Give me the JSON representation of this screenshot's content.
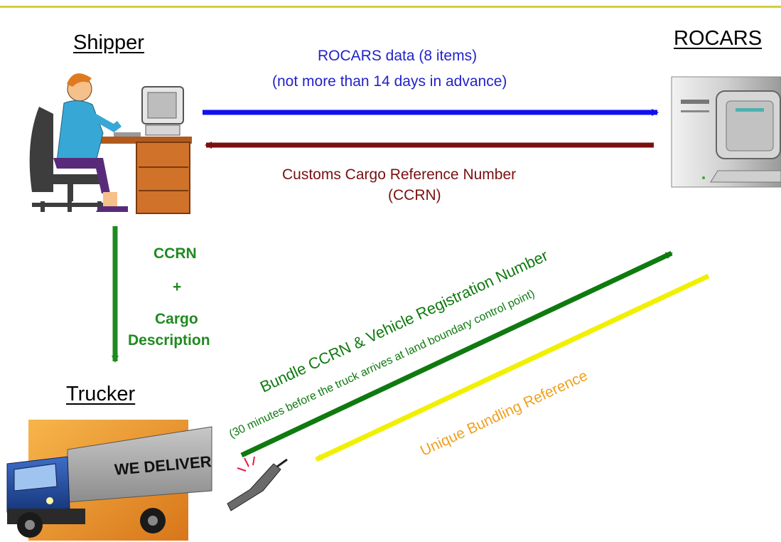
{
  "topline_color": "#d4cf3a",
  "actors": {
    "shipper": "Shipper",
    "rocars": "ROCARS",
    "trucker": "Trucker"
  },
  "flows": {
    "shipper_to_rocars": {
      "line1": "ROCARS data (8 items)",
      "line2": "(not more than 14 days in advance)",
      "color": "#1010ee"
    },
    "rocars_to_shipper": {
      "line1": "Customs Cargo Reference Number",
      "line2": "(CCRN)",
      "color": "#7a0f0f"
    },
    "shipper_to_trucker": {
      "line1": "CCRN",
      "line2": "+",
      "line3": "Cargo",
      "line4": "Description",
      "color": "#1f8a1f"
    },
    "trucker_to_rocars": {
      "line1": "Bundle CCRN & Vehicle Registration Number",
      "line2": "(30 minutes before the truck arrives at land boundary control point)",
      "color": "#0f7a0f"
    },
    "rocars_to_trucker": {
      "line1": "Unique Bundling Reference",
      "color": "#f0f000",
      "text_color": "#f0a020"
    }
  },
  "truck_sign": "WE DELIVER",
  "icons": [
    "person-at-computer-icon",
    "server-computer-icon",
    "delivery-truck-icon",
    "mobile-phone-icon"
  ]
}
